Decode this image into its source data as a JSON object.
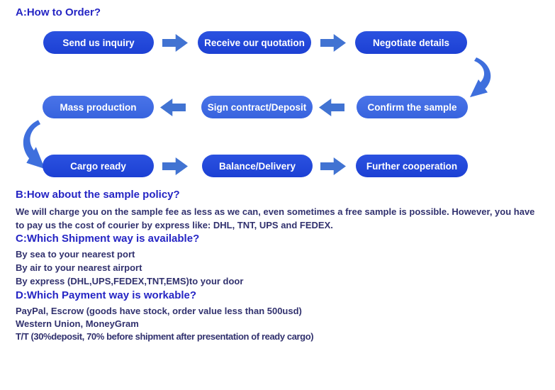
{
  "colors": {
    "heading_blue": "#2525c4",
    "body_navy": "#31316e",
    "button_dark_blue": "#1e45d8",
    "button_light_blue": "#3f6ce3",
    "arrow_blue": "#4173d2",
    "button_text": "#ffffff"
  },
  "title": "A:How to Order?",
  "flow": {
    "rows": [
      {
        "direction": "right",
        "steps": [
          "Send us inquiry",
          "Receive our quotation",
          "Negotiate details"
        ]
      },
      {
        "direction": "left",
        "steps": [
          "Mass production",
          "Sign contract/Deposit",
          "Confirm the sample"
        ]
      },
      {
        "direction": "right",
        "steps": [
          "Cargo ready",
          "Balance/Delivery",
          "Further cooperation"
        ]
      }
    ]
  },
  "sections": {
    "b": {
      "heading": "B:How about the sample policy?",
      "body": "We will charge you on the sample fee as less as we can, even sometimes a free sample is possible. However, you have to pay us the cost of courier by express like: DHL, TNT, UPS and FEDEX."
    },
    "c": {
      "heading": "C:Which Shipment way is available?",
      "lines": [
        "By sea to your nearest port",
        "By air to your nearest airport",
        "By express (DHL,UPS,FEDEX,TNT,EMS)to your door"
      ]
    },
    "d": {
      "heading": "D:Which Payment way is workable?",
      "lines": [
        "PayPal, Escrow (goods have stock, order value less than 500usd)",
        "Western Union, MoneyGram",
        "T/T (30%deposit, 70% before shipment after presentation of ready cargo)"
      ]
    }
  }
}
